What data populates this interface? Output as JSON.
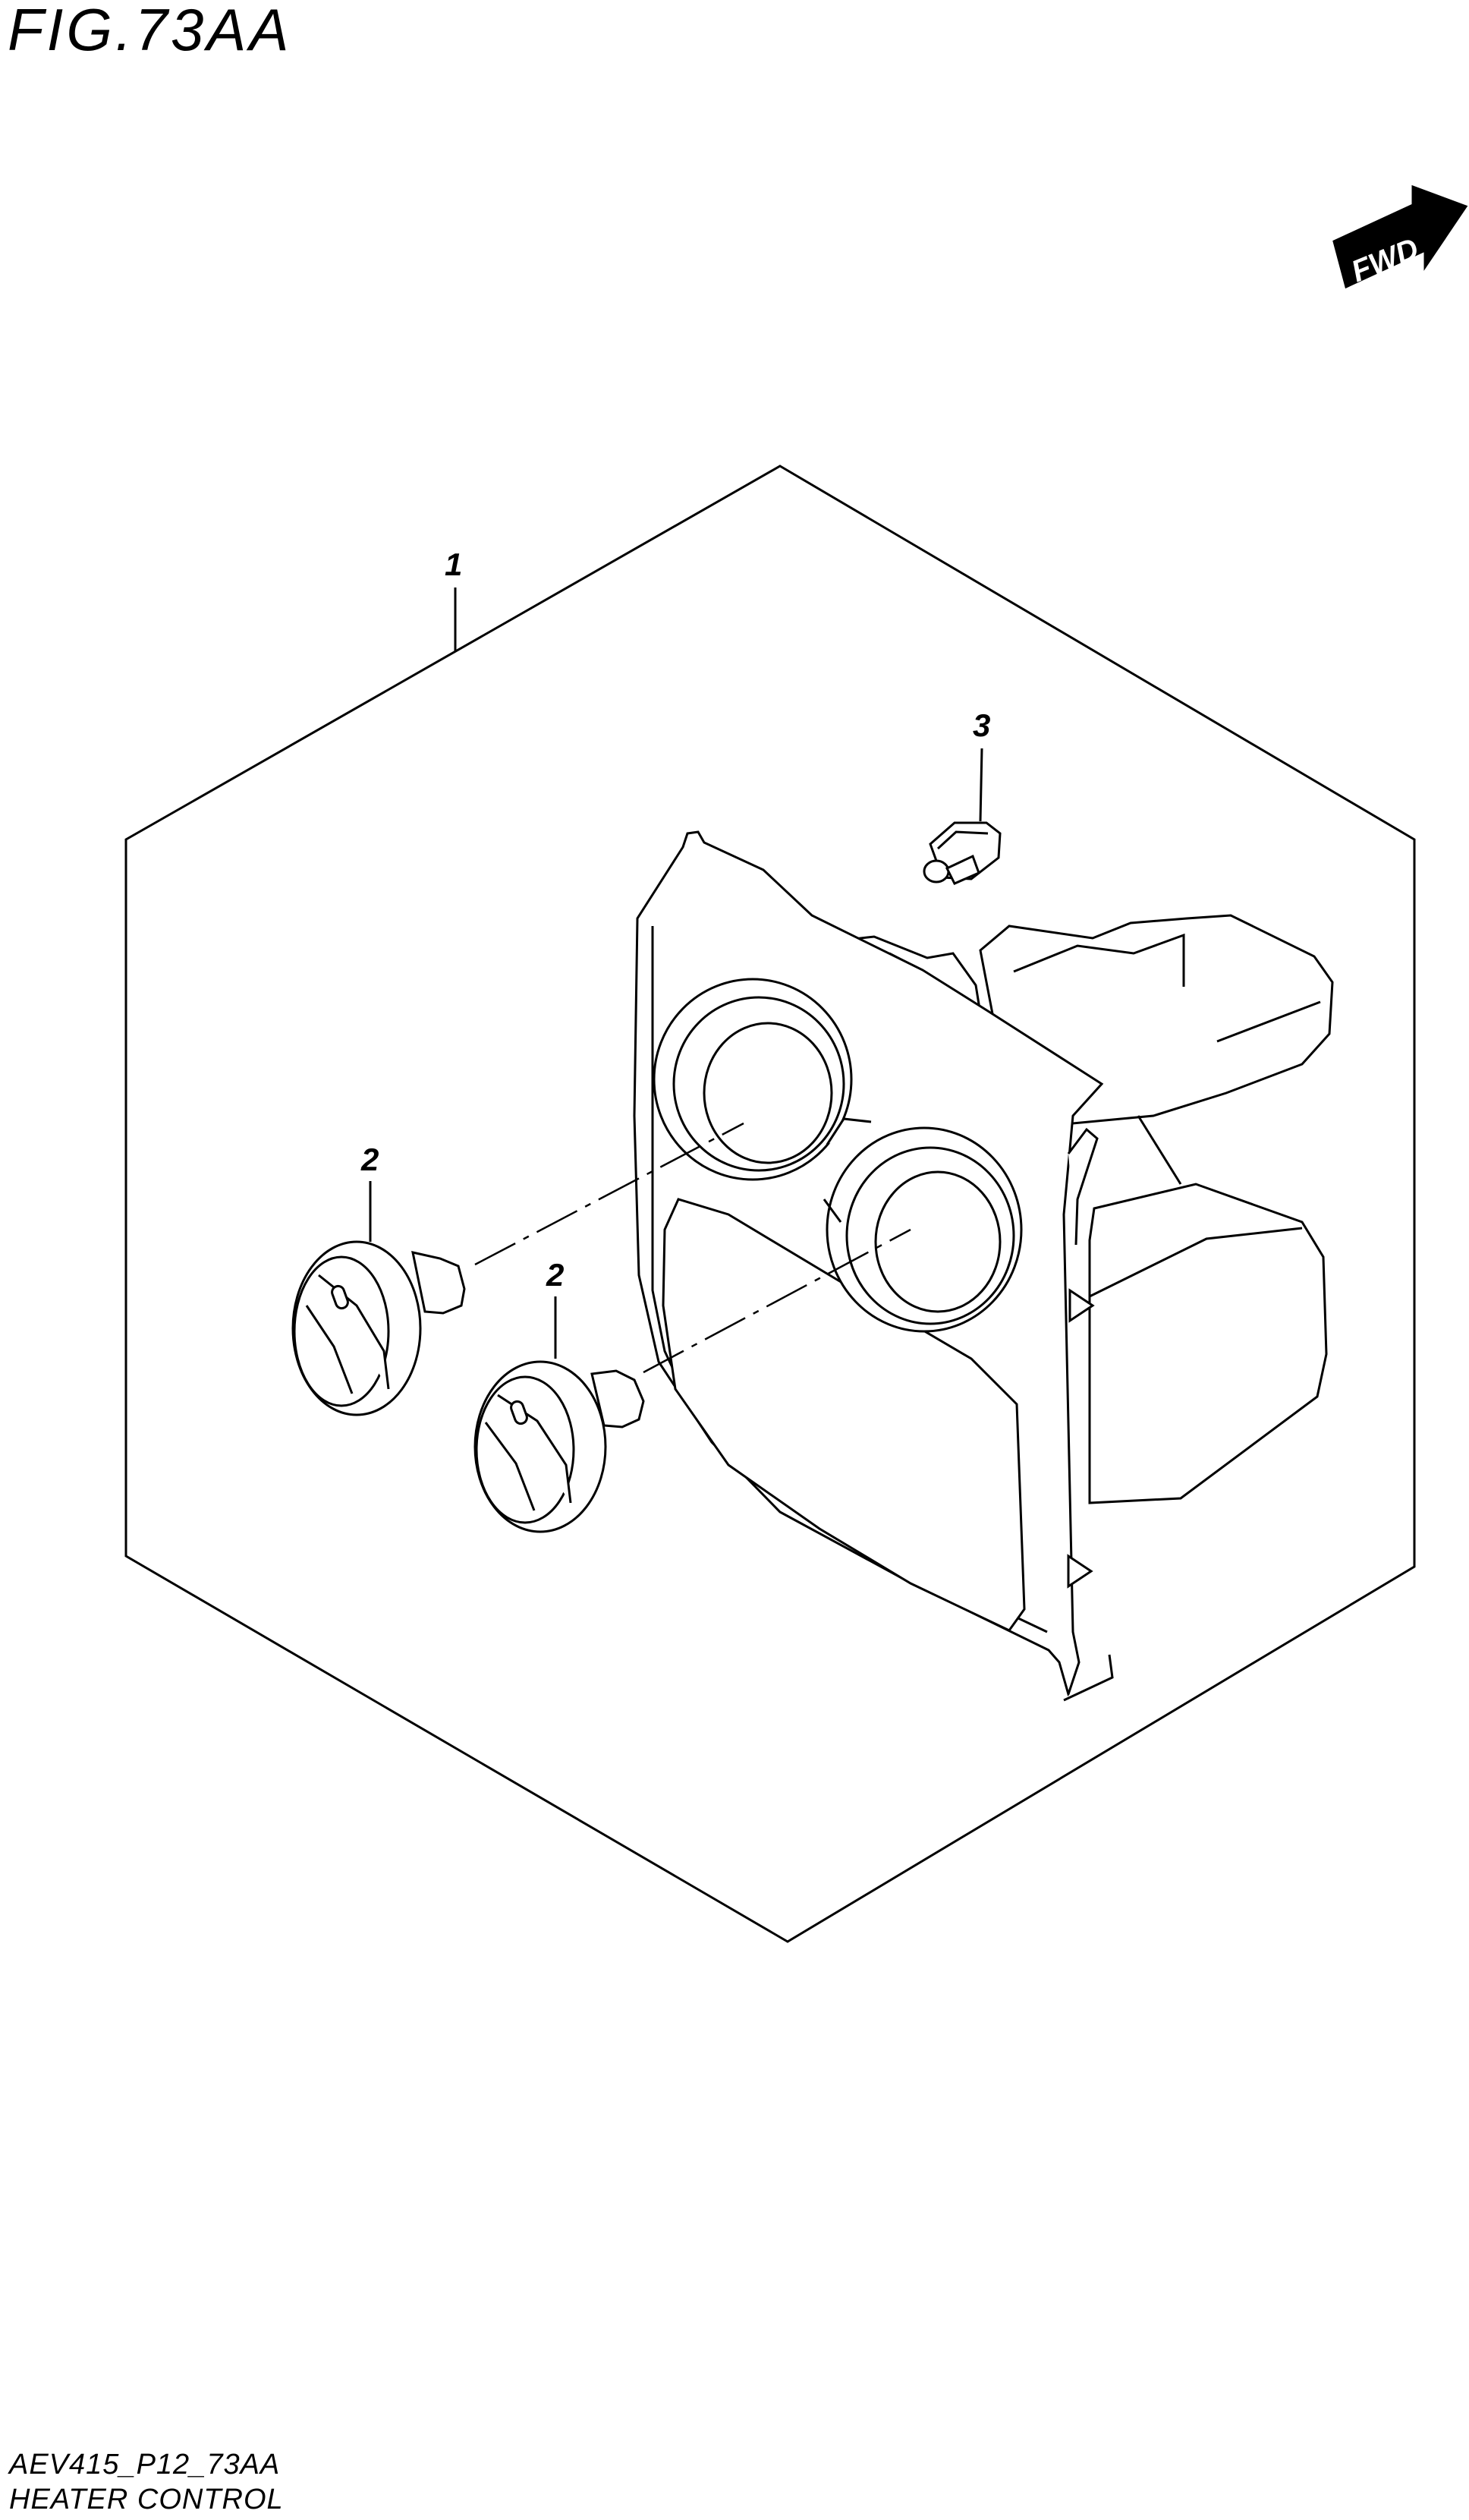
{
  "figure_title": "FIG.73AA",
  "fwd_label": "FWD",
  "callouts": {
    "part_1": "1",
    "part_2a": "2",
    "part_2b": "2",
    "part_3": "3"
  },
  "footer": {
    "code": "AEV415_P12_73AA",
    "name": "HEATER CONTROL"
  }
}
